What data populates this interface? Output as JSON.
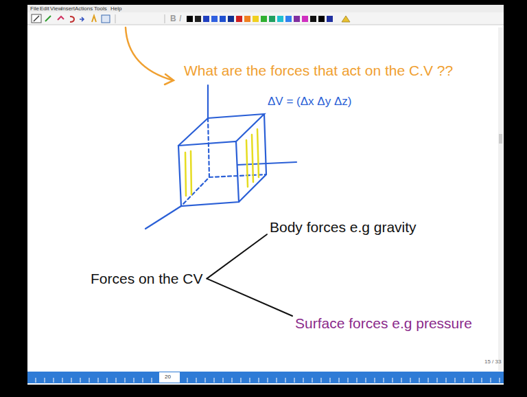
{
  "diagram": {
    "nodes": [
      {
        "text": [
          "Forces on the CV"
        ]
      },
      {
        "text": [
          "Body forces e.g gravity"
        ]
      },
      {
        "text": [
          "Surface forces e.g pressure"
        ]
      }
    ],
    "edges": [
      {
        "from": 0,
        "to": 1,
        "arrow": "none"
      },
      {
        "from": 0,
        "to": 2,
        "arrow": "none"
      }
    ],
    "labels": [
      "File",
      "Edit",
      "View",
      "Insert",
      "Actions",
      "Tools",
      "Help",
      "B",
      "I",
      "What are the forces that act on the C.V ??",
      "ΔV = (Δx Δy Δz)",
      "15 / 33",
      "20"
    ]
  }
}
